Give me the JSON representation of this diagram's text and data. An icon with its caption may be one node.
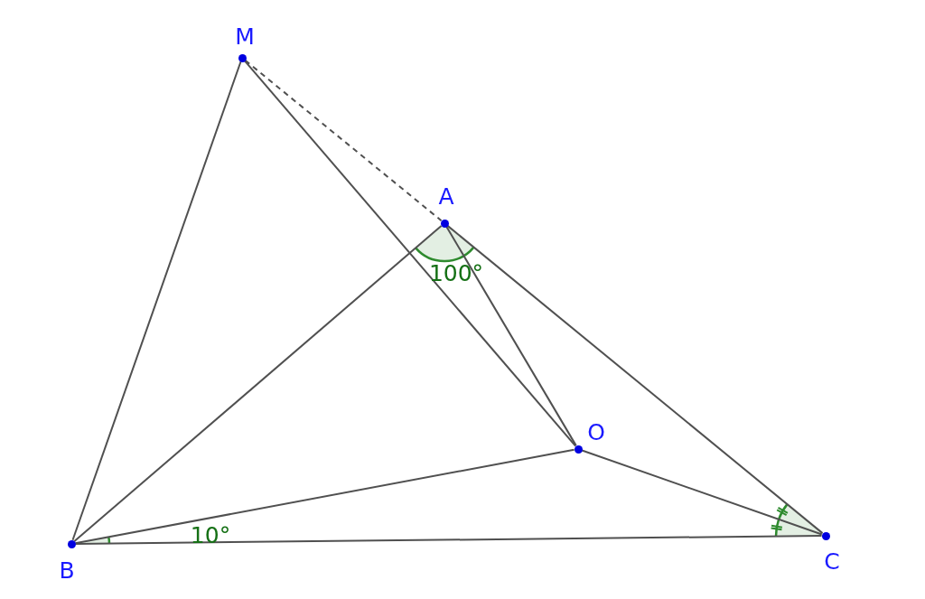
{
  "diagram": {
    "nodes": [
      {
        "text": [],
        "shape": "circle",
        "beside": [
          "M"
        ]
      },
      {
        "text": [],
        "shape": "circle",
        "beside": [
          "A"
        ]
      },
      {
        "text": [],
        "shape": "circle",
        "beside": [
          "O"
        ]
      },
      {
        "text": [],
        "shape": "circle",
        "beside": [
          "B"
        ]
      },
      {
        "text": [],
        "shape": "circle",
        "beside": [
          "C"
        ]
      }
    ],
    "edges": [
      {
        "from": 0,
        "to": 3,
        "arrow": "none"
      },
      {
        "from": 0,
        "to": 2,
        "arrow": "none"
      },
      {
        "from": 0,
        "to": 1,
        "arrow": "none",
        "style": "dashed"
      },
      {
        "from": 3,
        "to": 1,
        "arrow": "none"
      },
      {
        "from": 1,
        "to": 4,
        "arrow": "none"
      },
      {
        "from": 1,
        "to": 2,
        "arrow": "none"
      },
      {
        "from": 3,
        "to": 2,
        "arrow": "none"
      },
      {
        "from": 3,
        "to": 4,
        "arrow": "none"
      },
      {
        "from": 2,
        "to": 4,
        "arrow": "none"
      }
    ],
    "labels": [
      "100°",
      "10°"
    ]
  }
}
